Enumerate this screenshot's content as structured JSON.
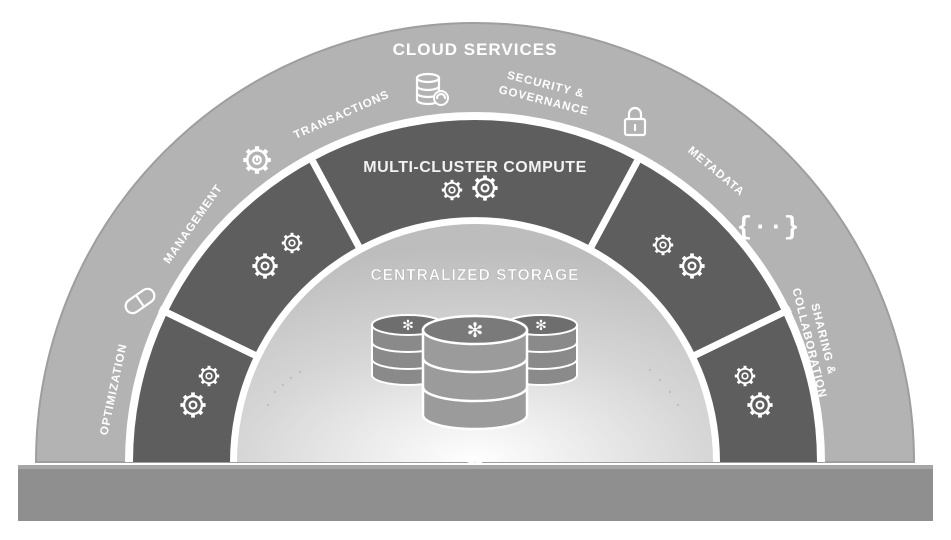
{
  "outer_ring": {
    "title": "CLOUD SERVICES",
    "items": [
      {
        "label": "OPTIMIZATION",
        "icon": "pill-icon"
      },
      {
        "label": "MANAGEMENT",
        "icon": "gear-clock-icon"
      },
      {
        "label": "TRANSACTIONS",
        "icon": "database-sync-icon"
      },
      {
        "label_line1": "SECURITY &",
        "label_line2": "GOVERNANCE",
        "icon": "lock-icon"
      },
      {
        "label": "METADATA",
        "icon": "braces-icon"
      },
      {
        "label_line1": "SHARING &",
        "label_line2": "COLLABORATION",
        "icon": ""
      }
    ]
  },
  "middle_ring": {
    "title": "MULTI-CLUSTER COMPUTE",
    "segments": 5,
    "icon": "gears-icon"
  },
  "core": {
    "title": "CENTRALIZED STORAGE",
    "icon": "snowflake-database-icon"
  },
  "colors": {
    "outer": "#b3b3b3",
    "middle": "#5e5e5e",
    "core": "#c9c9c9",
    "base": "#8f8f8f",
    "text": "#ffffff"
  }
}
